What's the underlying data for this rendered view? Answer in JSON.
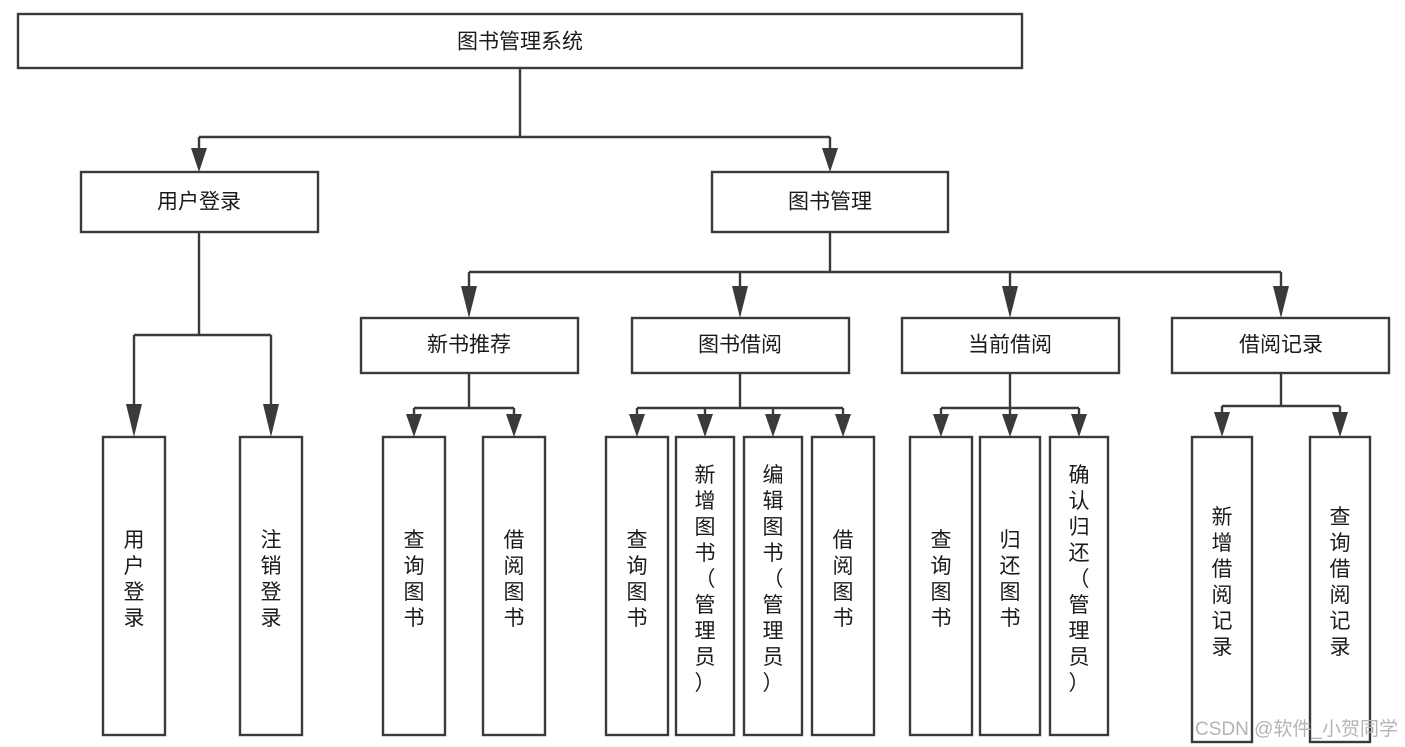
{
  "diagram": {
    "title": "图书管理系统",
    "type": "tree-hierarchy-diagram",
    "root": {
      "label": "图书管理系统"
    },
    "level2": [
      {
        "label": "用户登录"
      },
      {
        "label": "图书管理"
      }
    ],
    "level3": [
      {
        "label": "新书推荐"
      },
      {
        "label": "图书借阅"
      },
      {
        "label": "当前借阅"
      },
      {
        "label": "借阅记录"
      }
    ],
    "leaves": {
      "user_login": [
        {
          "label": "用户登录"
        },
        {
          "label": "注销登录"
        }
      ],
      "new_book_recommend": [
        {
          "label": "查询图书"
        },
        {
          "label": "借阅图书"
        }
      ],
      "book_borrow": [
        {
          "label": "查询图书"
        },
        {
          "label": "新增图书（管理员）"
        },
        {
          "label": "编辑图书（管理员）"
        },
        {
          "label": "借阅图书"
        }
      ],
      "current_borrow": [
        {
          "label": "查询图书"
        },
        {
          "label": "归还图书"
        },
        {
          "label": "确认归还（管理员）"
        }
      ],
      "borrow_record": [
        {
          "label": "新增借阅记录"
        },
        {
          "label": "查询借阅记录"
        }
      ]
    }
  },
  "watermark": {
    "text": "CSDN @软件_小贺同学"
  },
  "colors": {
    "stroke": "#3a3a3a",
    "fill": "#ffffff",
    "text": "#1b1b1b",
    "watermark": "#b4b4b4"
  }
}
